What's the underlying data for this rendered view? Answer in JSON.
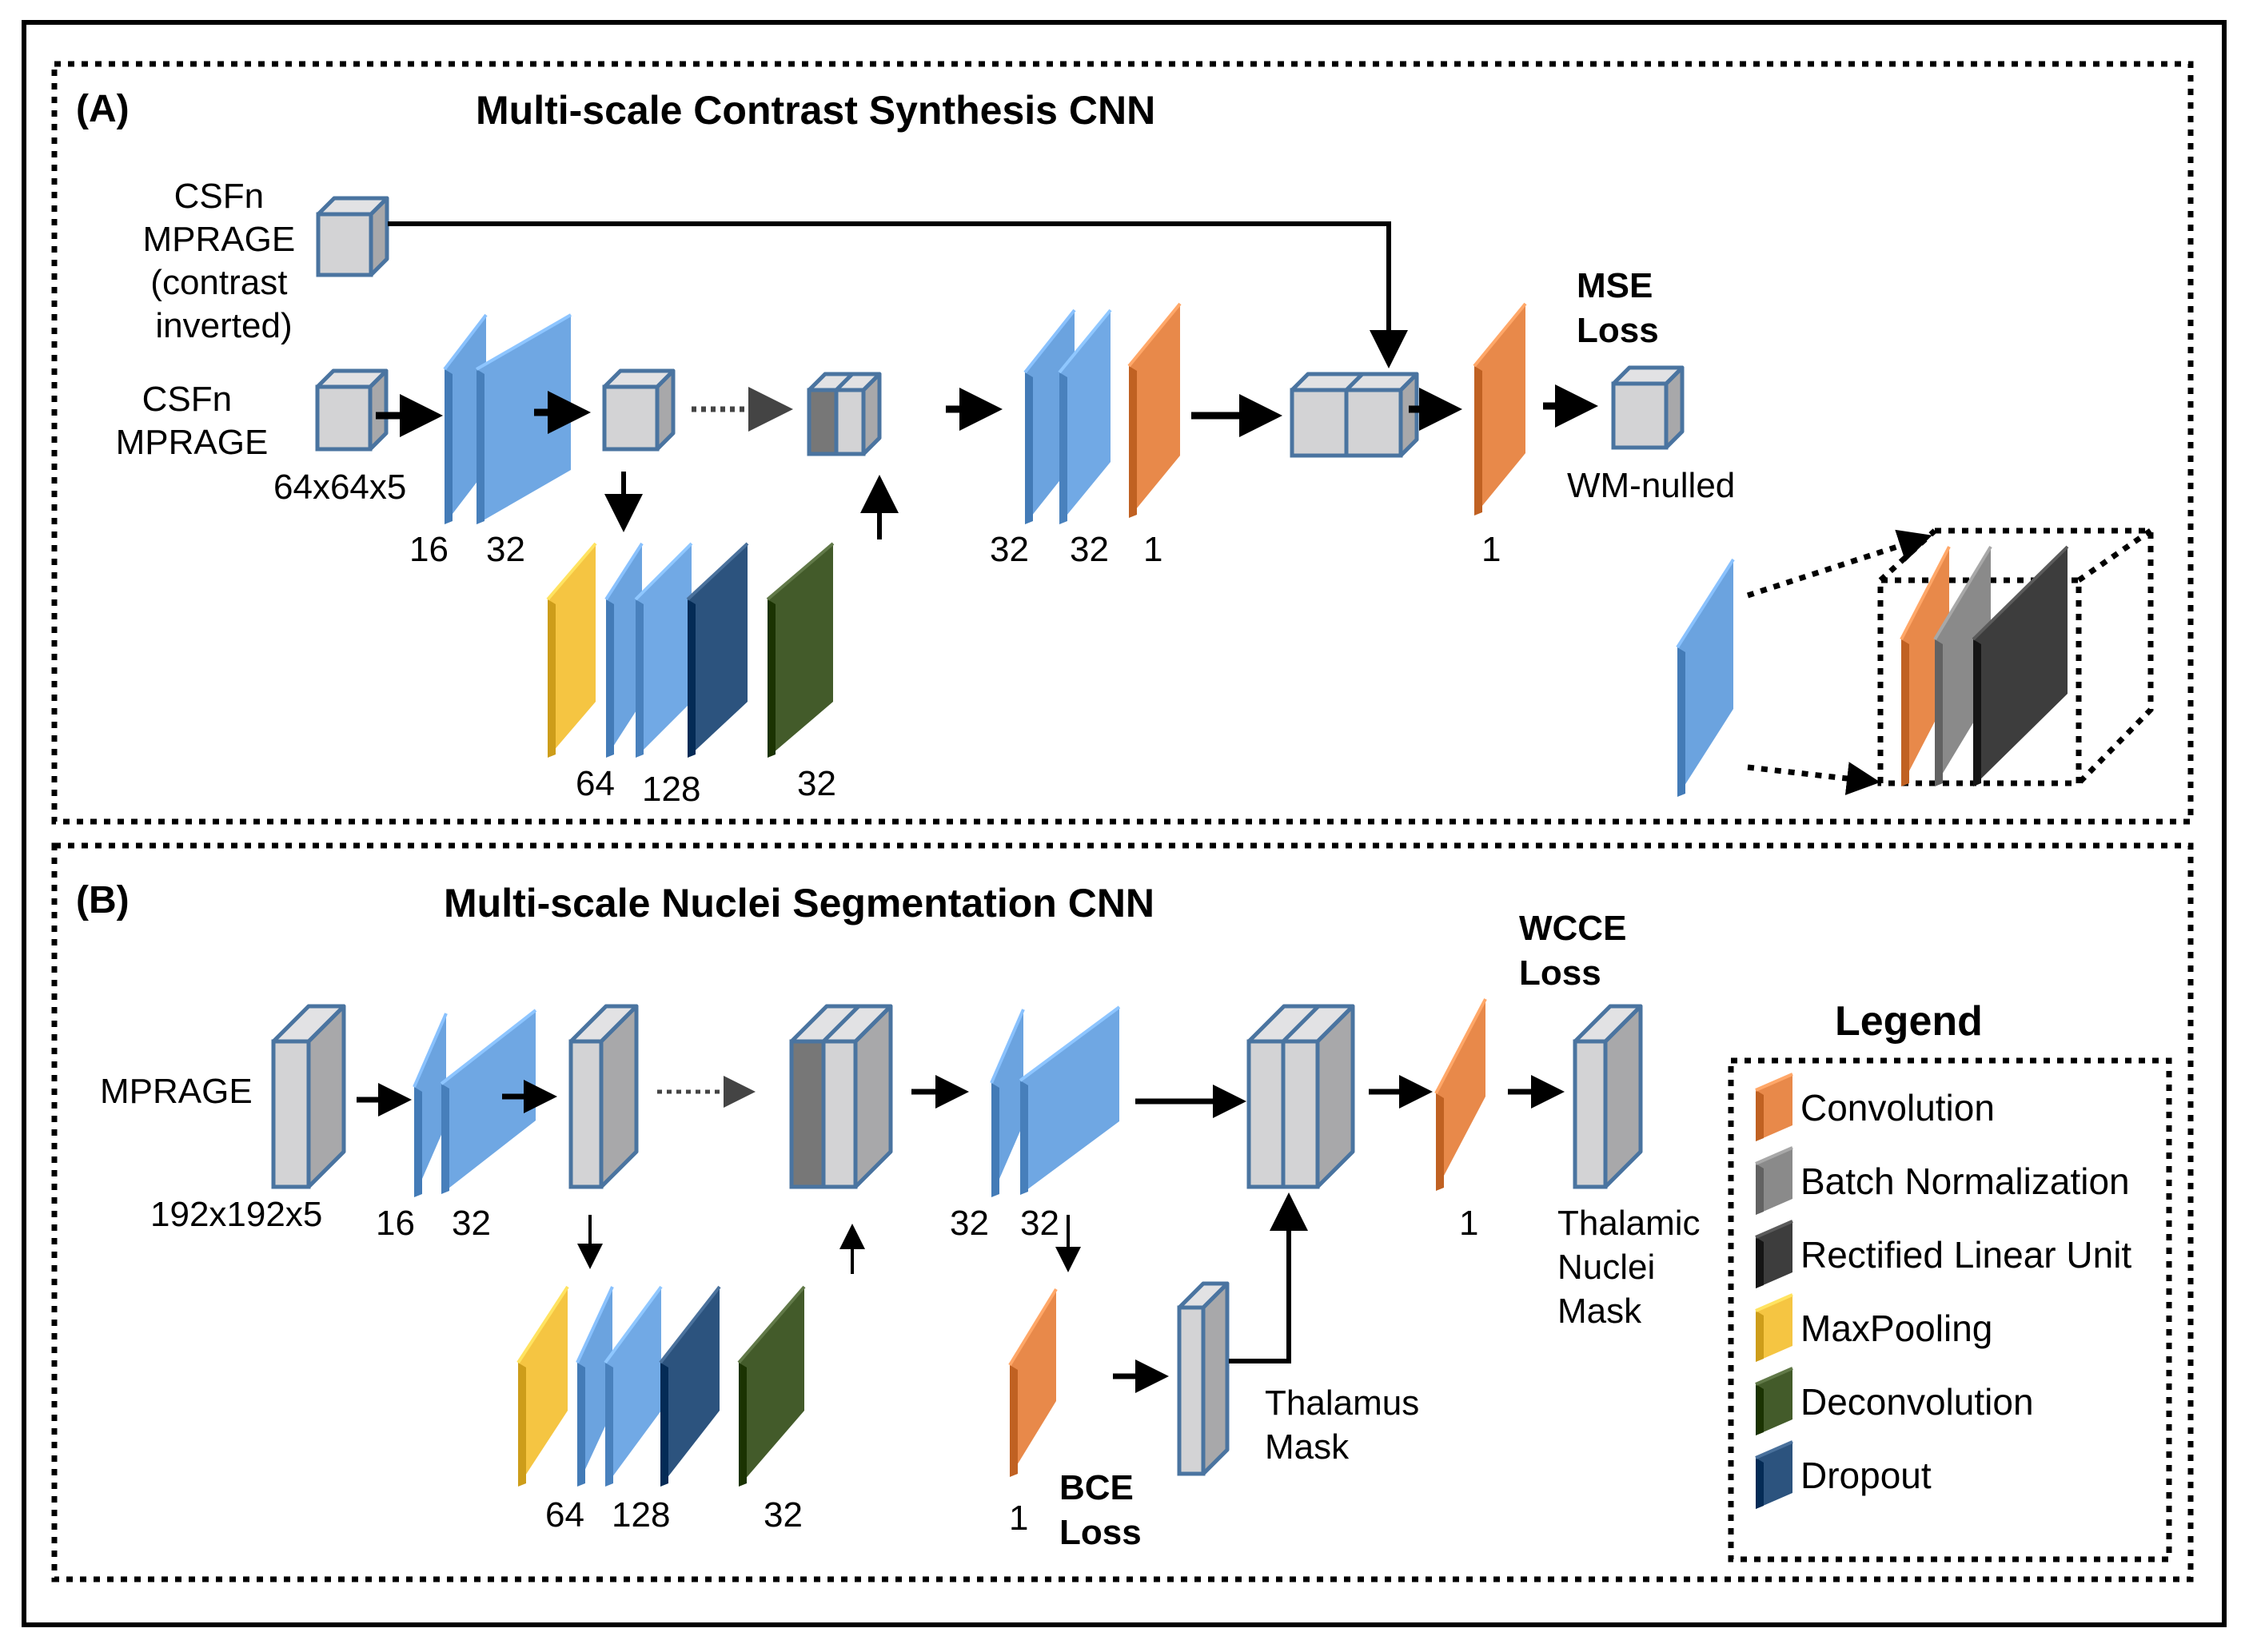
{
  "colors": {
    "convolution": "#E8894A",
    "batch_norm": "#8A8A8A",
    "relu": "#3D3D3D",
    "maxpool": "#F5C542",
    "deconvolution": "#435B2A",
    "dropout": "#2C537E",
    "conv_block_blue": "#6BA3DF",
    "volume_face": "#D3D3D5",
    "volume_side": "#A8A8AA",
    "volume_dark": "#777777",
    "volume_edge": "#4A74A0"
  },
  "panel_a": {
    "letter": "(A)",
    "title": "Multi-scale Contrast Synthesis CNN",
    "input_inverted_label": [
      "CSFn",
      "MPRAGE",
      "(contrast",
      "inverted)"
    ],
    "input_label": [
      "CSFn",
      "MPRAGE"
    ],
    "input_size": "64x64x5",
    "encoder_channels": [
      "16",
      "32"
    ],
    "bottleneck_channels": [
      "64",
      "128",
      "32"
    ],
    "decoder_channels": [
      "32",
      "32",
      "1"
    ],
    "final_conv_channels": "1",
    "loss_label": [
      "MSE",
      "Loss"
    ],
    "output_label": "WM-nulled"
  },
  "panel_b": {
    "letter": "(B)",
    "title": "Multi-scale Nuclei Segmentation CNN",
    "input_label": "MPRAGE",
    "input_size": "192x192x5",
    "encoder_channels": [
      "16",
      "32"
    ],
    "bottleneck_channels": [
      "64",
      "128",
      "32"
    ],
    "decoder_channels": [
      "32",
      "32"
    ],
    "thalamus_conv_channels": "1",
    "bce_loss_label": [
      "BCE",
      "Loss"
    ],
    "thalamus_mask_label": [
      "Thalamus",
      "Mask"
    ],
    "final_conv_channels": "1",
    "wcce_loss_label": [
      "WCCE",
      "Loss"
    ],
    "output_label": [
      "Thalamic",
      "Nuclei",
      "Mask"
    ]
  },
  "legend": {
    "title": "Legend",
    "items": [
      {
        "label": "Convolution",
        "color_key": "convolution"
      },
      {
        "label": "Batch Normalization",
        "color_key": "batch_norm"
      },
      {
        "label": "Rectified Linear Unit",
        "color_key": "relu"
      },
      {
        "label": "MaxPooling",
        "color_key": "maxpool"
      },
      {
        "label": "Deconvolution",
        "color_key": "deconvolution"
      },
      {
        "label": "Dropout",
        "color_key": "dropout"
      }
    ]
  }
}
